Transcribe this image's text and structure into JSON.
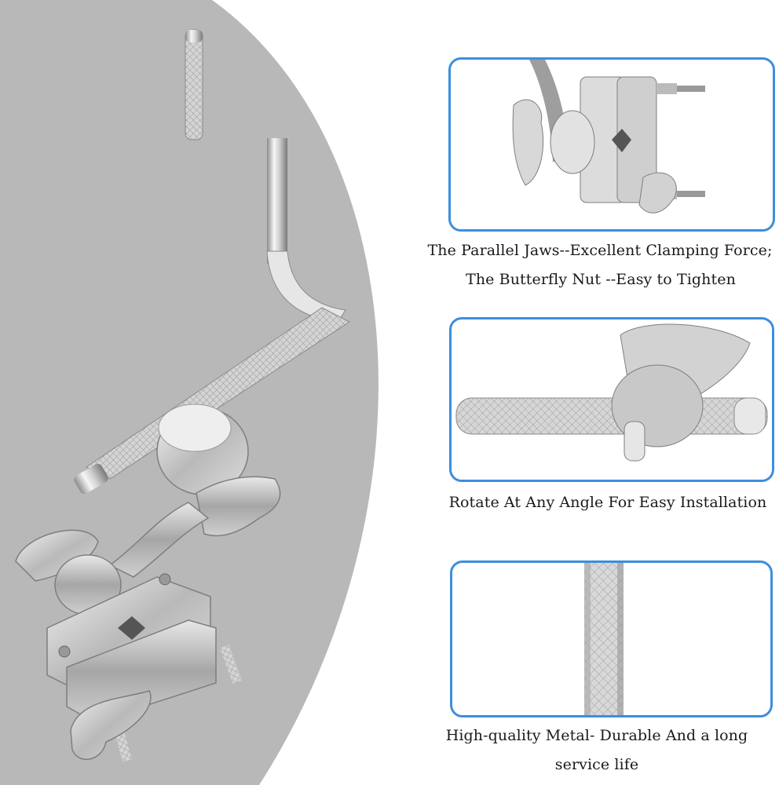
{
  "colors": {
    "panel_border": "#3c8ee0",
    "background_disc": "#b8b8b8",
    "metal_highlight": "#f4f4f4",
    "metal_shadow": "#8a8a8a"
  },
  "main_product": {
    "description_icon": "l-rod-clamp-product"
  },
  "features": [
    {
      "icon": "parallel-jaws-clamp",
      "caption_lines": [
        "The Parallel Jaws--Excellent Clamping Force;",
        "The Butterfly Nut --Easy to Tighten"
      ]
    },
    {
      "icon": "rotating-clamp-rod",
      "caption_lines": [
        "Rotate At Any Angle For Easy Installation"
      ]
    },
    {
      "icon": "knurled-metal-rod",
      "caption_lines": [
        "High-quality Metal- Durable And  a long",
        "service life"
      ]
    }
  ]
}
